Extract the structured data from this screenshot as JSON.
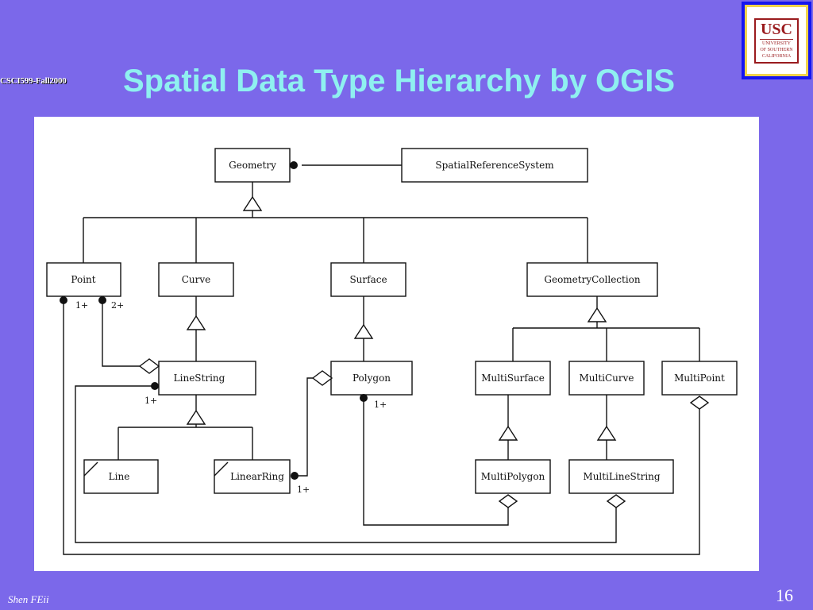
{
  "slide": {
    "course": "CSCI599-Fall2000",
    "title": "Spatial Data Type Hierarchy by OGIS",
    "author": "Shen FEii",
    "page_number": "16"
  },
  "logo": {
    "name": "USC",
    "line1": "UNIVERSITY",
    "line2": "OF SOUTHERN",
    "line3": "CALIFORNIA"
  },
  "diagram": {
    "classes": {
      "geometry": "Geometry",
      "spatial_reference_system": "SpatialReferenceSystem",
      "point": "Point",
      "curve": "Curve",
      "surface": "Surface",
      "geometry_collection": "GeometryCollection",
      "line_string": "LineString",
      "polygon": "Polygon",
      "multi_surface": "MultiSurface",
      "multi_curve": "MultiCurve",
      "multi_point": "MultiPoint",
      "line": "Line",
      "linear_ring": "LinearRing",
      "multi_polygon": "MultiPolygon",
      "multi_line_string": "MultiLineString"
    },
    "multiplicities": {
      "point_linestring_left": "1+",
      "point_linestring_right": "2+",
      "linestring_polygon": "1+",
      "polygon_multipolygon": "1+",
      "linearring_polygon": "1+"
    }
  }
}
